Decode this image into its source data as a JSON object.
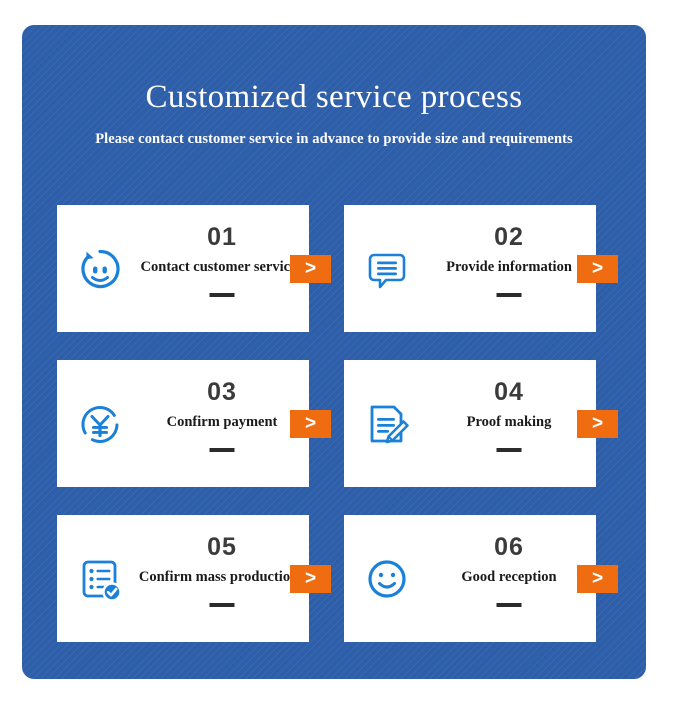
{
  "header": {
    "title": "Customized service process",
    "subtitle": "Please contact customer service in advance to provide size and requirements"
  },
  "theme": {
    "panel_blue": "#2e5faa",
    "card_white": "#ffffff",
    "icon_blue": "#1b80d8",
    "arrow_orange": "#ef6c11",
    "number_gray": "#3b3b3b",
    "label_black": "#1a1a1a"
  },
  "steps": [
    {
      "number": "01",
      "label": "Contact customer service",
      "icon": "customer-service-face-icon",
      "arrow": ">"
    },
    {
      "number": "02",
      "label": "Provide information",
      "icon": "speech-bubble-lines-icon",
      "arrow": ">"
    },
    {
      "number": "03",
      "label": "Confirm payment",
      "icon": "yen-coin-icon",
      "arrow": ">"
    },
    {
      "number": "04",
      "label": "Proof making",
      "icon": "document-pencil-icon",
      "arrow": ">"
    },
    {
      "number": "05",
      "label": "Confirm mass production",
      "icon": "checklist-check-icon",
      "arrow": ">"
    },
    {
      "number": "06",
      "label": "Good reception",
      "icon": "smiley-face-icon",
      "arrow": ">"
    }
  ]
}
